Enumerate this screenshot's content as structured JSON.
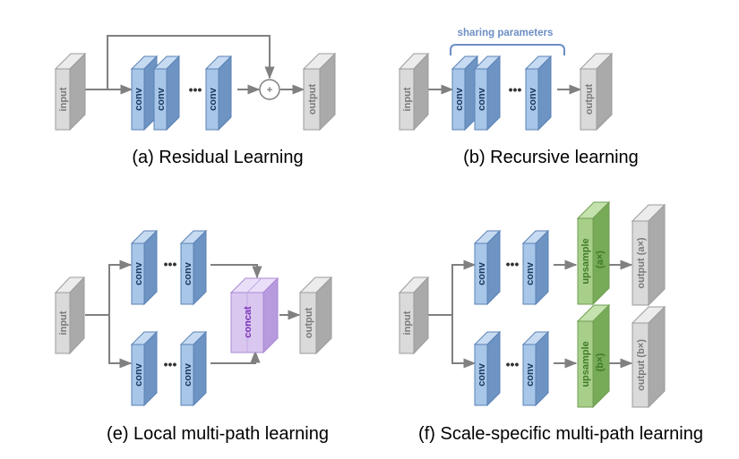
{
  "panels": {
    "a": {
      "caption": "(a) Residual Learning",
      "input_label": "input",
      "conv_labels": [
        "conv",
        "conv",
        "conv"
      ],
      "dots": "•••",
      "add_symbol": "+",
      "output_label": "output"
    },
    "b": {
      "caption": "(b) Recursive learning",
      "annotation": "sharing parameters",
      "input_label": "input",
      "conv_labels": [
        "conv",
        "conv",
        "conv"
      ],
      "dots": "•••",
      "output_label": "output"
    },
    "e": {
      "caption": "(e) Local multi-path learning",
      "input_label": "input",
      "top_conv_labels": [
        "conv",
        "conv"
      ],
      "bottom_conv_labels": [
        "conv",
        "conv"
      ],
      "dots": "•••",
      "concat_label": "concat",
      "output_label": "output"
    },
    "f": {
      "caption": "(f) Scale-specific multi-path learning",
      "input_label": "input",
      "top_conv_labels": [
        "conv",
        "conv"
      ],
      "bottom_conv_labels": [
        "conv",
        "conv"
      ],
      "dots": "•••",
      "upsample_label": "upsample",
      "top_scale_label": "(a×)",
      "bottom_scale_label": "(b×)",
      "top_output_label": "output (a×)",
      "bottom_output_label": "output (b×)"
    }
  },
  "colors": {
    "conv_face": "#a7c6e8",
    "conv_side": "#6e94c4",
    "conv_top": "#c6dbf2",
    "conv_edge": "#5b82b5",
    "conv_text": "#17375e",
    "gray_face": "#dadada",
    "gray_side": "#aaaaaa",
    "gray_top": "#ececec",
    "gray_edge": "#9b9b9b",
    "gray_text": "#7a7a7a",
    "concat_face": "#d9c7f0",
    "concat_side": "#b89ade",
    "concat_text": "#7a35b8",
    "upsample_face": "#a8cf8a",
    "upsample_side": "#77ab58",
    "upsample_text": "#3f7a28",
    "arrow": "#808080",
    "annotation": "#6d8fc4"
  }
}
